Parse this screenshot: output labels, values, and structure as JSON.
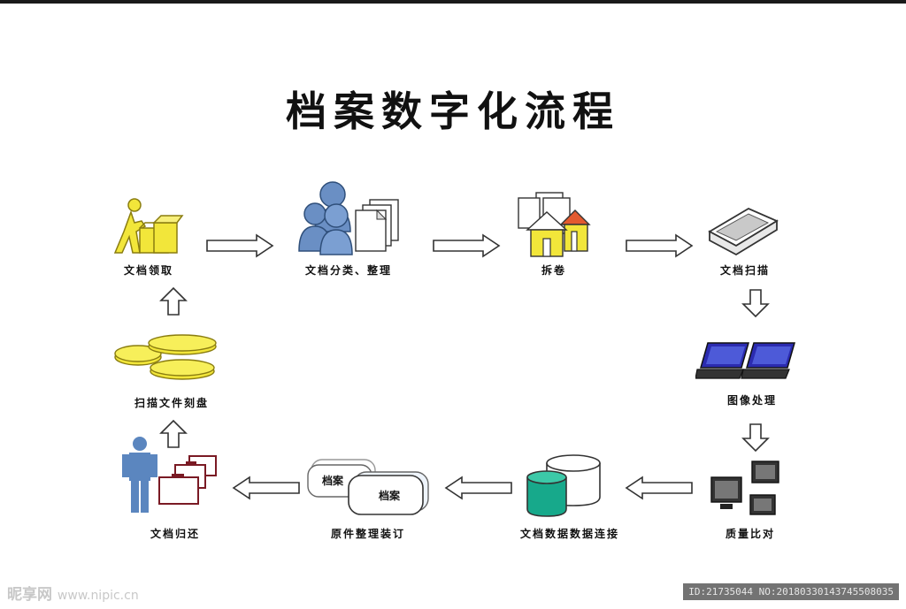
{
  "title": "档案数字化流程",
  "steps": [
    {
      "label": "文档领取"
    },
    {
      "label": "文档分类、整理"
    },
    {
      "label": "拆卷"
    },
    {
      "label": "文档扫描"
    },
    {
      "label": "图像处理"
    },
    {
      "label": "质量比对"
    },
    {
      "label": "文档数据数据连接"
    },
    {
      "label": "原件整理装订"
    },
    {
      "label": "文档归还"
    },
    {
      "label": "扫描文件刻盘"
    }
  ],
  "doc_card_text": "档案",
  "watermark": {
    "site": "昵享网",
    "url": "www.nipic.cn",
    "id_text": "ID:21735044 NO:20180330143745508035"
  },
  "colors": {
    "yellow": "#f2e63a",
    "blue_person": "#6a8fc4",
    "teal_db": "#17a98b",
    "dark_red": "#7a1a24"
  }
}
